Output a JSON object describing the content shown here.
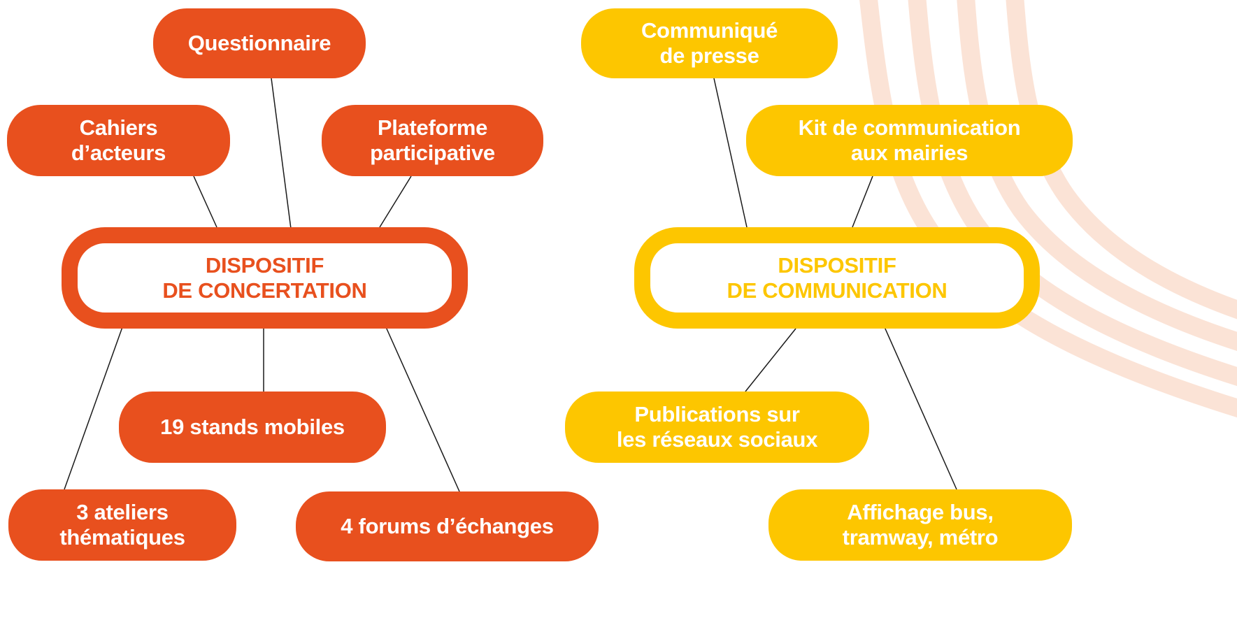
{
  "colors": {
    "concertation": "#E8501E",
    "communication": "#FDC600",
    "background_stripes": "#FBE3D6",
    "connector": "#1a1a1a"
  },
  "concertation": {
    "hub": "DISPOSITIF\nDE CONCERTATION",
    "items": {
      "questionnaire": "Questionnaire",
      "cahiers": "Cahiers\nd’acteurs",
      "plateforme": "Plateforme\nparticipative",
      "stands": "19 stands mobiles",
      "ateliers": "3 ateliers\nthématiques",
      "forums": "4 forums d’échanges"
    }
  },
  "communication": {
    "hub": "DISPOSITIF\nDE COMMUNICATION",
    "items": {
      "communique": "Communiqué\nde presse",
      "kit": "Kit de communication\naux mairies",
      "publications": "Publications sur\nles réseaux sociaux",
      "affichage": "Affichage bus,\ntramway, métro"
    }
  }
}
